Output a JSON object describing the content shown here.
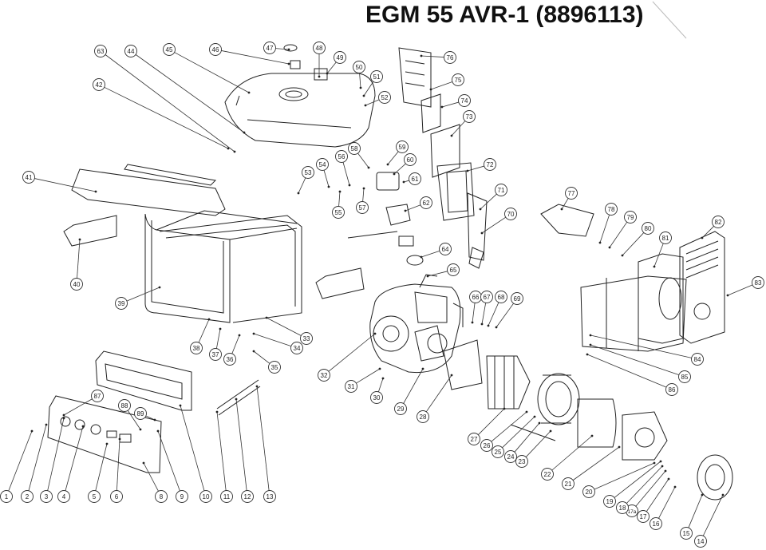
{
  "title": "EGM 55 AVR-1 (8896113)",
  "callouts": [
    "1",
    "2",
    "3",
    "4",
    "5",
    "6",
    "8",
    "9",
    "10",
    "11",
    "12",
    "13",
    "14",
    "15",
    "16",
    "17",
    "17a",
    "18",
    "19",
    "20",
    "21",
    "22",
    "23",
    "24",
    "25",
    "26",
    "27",
    "28",
    "29",
    "30",
    "31",
    "32",
    "33",
    "34",
    "35",
    "36",
    "37",
    "38",
    "39",
    "40",
    "41",
    "42",
    "44",
    "45",
    "46",
    "47",
    "48",
    "49",
    "50",
    "51",
    "52",
    "53",
    "54",
    "55",
    "56",
    "57",
    "58",
    "59",
    "60",
    "61",
    "62",
    "63",
    "64",
    "65",
    "66",
    "67",
    "68",
    "69",
    "70",
    "71",
    "72",
    "73",
    "74",
    "75",
    "76",
    "77",
    "78",
    "79",
    "80",
    "81",
    "82",
    "83",
    "84",
    "85",
    "86",
    "87",
    "88",
    "89"
  ]
}
